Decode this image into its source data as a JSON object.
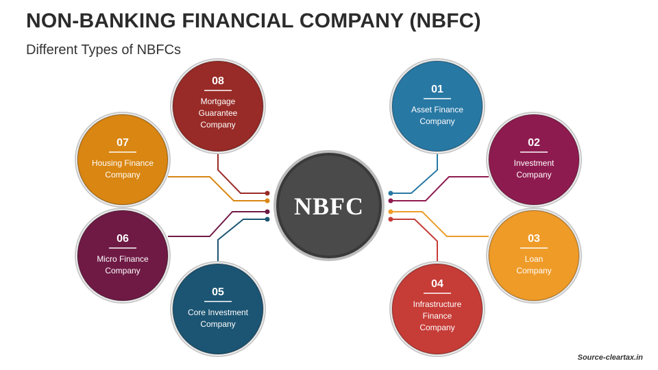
{
  "title": "NON-BANKING FINANCIAL COMPANY (NBFC)",
  "subtitle": "Different Types of NBFCs",
  "source": "Source-cleartax.in",
  "hub": {
    "label": "NBFC",
    "color": "#4a4a4a"
  },
  "nodes": [
    {
      "number": "01",
      "lines": [
        "Asset Finance",
        "Company"
      ],
      "color": "#2878a4"
    },
    {
      "number": "02",
      "lines": [
        "Investment",
        "Company"
      ],
      "color": "#8e1b4f"
    },
    {
      "number": "03",
      "lines": [
        "Loan",
        "Company"
      ],
      "color": "#ef9b28"
    },
    {
      "number": "04",
      "lines": [
        "Infrastructure",
        "Finance",
        "Company"
      ],
      "color": "#c63c37"
    },
    {
      "number": "05",
      "lines": [
        "Core Investment",
        "Company"
      ],
      "color": "#1c5573"
    },
    {
      "number": "06",
      "lines": [
        "Micro Finance",
        "Company"
      ],
      "color": "#6f1a45"
    },
    {
      "number": "07",
      "lines": [
        "Housing Finance",
        "Company"
      ],
      "color": "#d98612"
    },
    {
      "number": "08",
      "lines": [
        "Mortgage",
        "Guarantee",
        "Company"
      ],
      "color": "#982b27"
    }
  ]
}
